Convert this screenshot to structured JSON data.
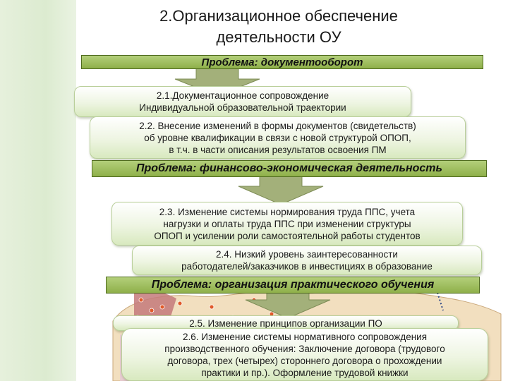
{
  "title": {
    "line1": "2.Организационное обеспечение",
    "line2": "деятельности ОУ"
  },
  "problems": {
    "p1": "Проблема: документооборот",
    "p2": "Проблема: финансово-экономическая деятельность",
    "p3": "Проблема: организация практического обучения"
  },
  "items": {
    "i21": {
      "line1": "2.1.Документационное сопровождение",
      "line2": "Индивидуальной образовательной траектории"
    },
    "i22": {
      "line1": "2.2. Внесение изменений в формы документов (свидетельств)",
      "line2": "об уровне квалификации в связи с новой структурой ОПОП,",
      "line3": "в т.ч. в части описания результатов освоения ПМ"
    },
    "i23": {
      "line1": "2.3. Изменение системы нормирования труда ППС, учета",
      "line2": "нагрузки и оплаты труда ППС при изменении структуры",
      "line3": "ОПОП и усилении роли самостоятельной работы студентов"
    },
    "i24": {
      "line1": "2.4. Низкий уровень заинтересованности",
      "line2": "работодателей/заказчиков в инвестициях в образование"
    },
    "i25": {
      "line1": "2.5. Изменение принципов организации ПО"
    },
    "i26": {
      "line1": "2.6. Изменение системы нормативного сопровождения",
      "line2": "производственного обучения: Заключение договора (трудового",
      "line3": "договора, трех (четырех) стороннего договора о прохождении",
      "line4": "практики и пр.). Оформление трудовой книжки"
    }
  },
  "colors": {
    "problem_bar": "#9dbd5c",
    "arrow": "#a3b07a",
    "box_fill": "#e3efd2",
    "side_band": "#dcebd0"
  },
  "icons": {
    "arrow": "down-arrow-icon",
    "map": "russia-map-image"
  }
}
